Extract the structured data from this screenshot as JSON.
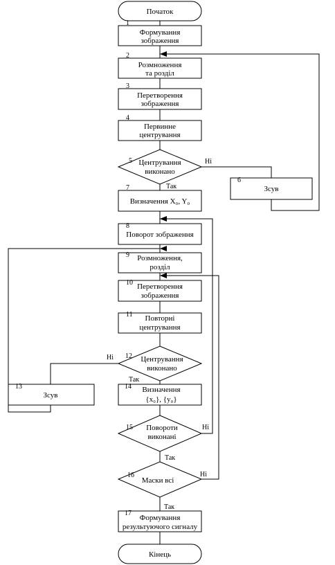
{
  "diagram": {
    "start": "Початок",
    "end": "Кінець",
    "nodes": [
      {
        "num": "1",
        "lines": [
          "Формування",
          "зображення"
        ]
      },
      {
        "num": "2",
        "lines": [
          "Розмноження",
          "та розділ"
        ]
      },
      {
        "num": "3",
        "lines": [
          "Перетворення",
          "зображення"
        ]
      },
      {
        "num": "4",
        "lines": [
          "Первинне",
          "центрування"
        ]
      },
      {
        "num": "5",
        "lines": [
          "Центрування",
          "виконано"
        ]
      },
      {
        "num": "6",
        "lines": [
          "Зсув"
        ]
      },
      {
        "num": "7",
        "lines": [
          "Визначення X₀, Y₀"
        ]
      },
      {
        "num": "8",
        "lines": [
          "Поворот зображення"
        ]
      },
      {
        "num": "9",
        "lines": [
          "Розмноження,",
          "розділ"
        ]
      },
      {
        "num": "10",
        "lines": [
          "Перетворення",
          "зображення"
        ]
      },
      {
        "num": "11",
        "lines": [
          "Повторні",
          "центрування"
        ]
      },
      {
        "num": "12",
        "lines": [
          "Центрування",
          "виконано"
        ]
      },
      {
        "num": "13",
        "lines": [
          "Зсув"
        ]
      },
      {
        "num": "14",
        "lines": [
          "Визначення",
          "{x₀}, {y₀}"
        ]
      },
      {
        "num": "15",
        "lines": [
          "Повороти",
          "виконані"
        ]
      },
      {
        "num": "16",
        "lines": [
          "Маски всі"
        ]
      },
      {
        "num": "17",
        "lines": [
          "Формування",
          "результуючого сигналу"
        ]
      }
    ],
    "edge_labels": {
      "yes": "Так",
      "no": "Ні"
    }
  }
}
